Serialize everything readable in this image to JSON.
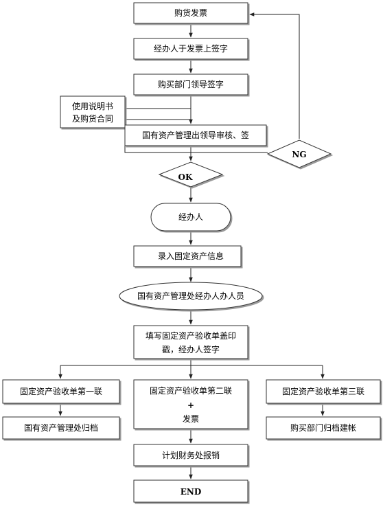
{
  "nodes": {
    "purchase_invoice": "购货发票",
    "agent_signs": "经办人于发票上签字",
    "dept_lead_signs": "购买部门领导签字",
    "manual_contract_line1": "使用说明书",
    "manual_contract_line2": "及购货合同",
    "asset_mgmt_review": "国有资产管理出领导审核、签",
    "ng": "NG",
    "ok": "OK",
    "agent": "经办人",
    "enter_asset_info": "录入固定资产信息",
    "asset_office_staff": "国有资产管理处经办人办人员",
    "fill_form_line1": "填写固定资产验收单盖印",
    "fill_form_line2": "戳，经办人签字",
    "form_copy1": "固定资产验收单第一联",
    "form_copy2_line1": "固定资产验收单第二联",
    "form_copy2_plus": "+",
    "form_copy2_line2": "发票",
    "form_copy3": "固定资产验收单第三联",
    "archive_asset_office": "国有资产管理处归档",
    "archive_purchase_dept": "购买部门归档建帐",
    "finance_reimburse": "计划财务处报销",
    "end": "END"
  }
}
